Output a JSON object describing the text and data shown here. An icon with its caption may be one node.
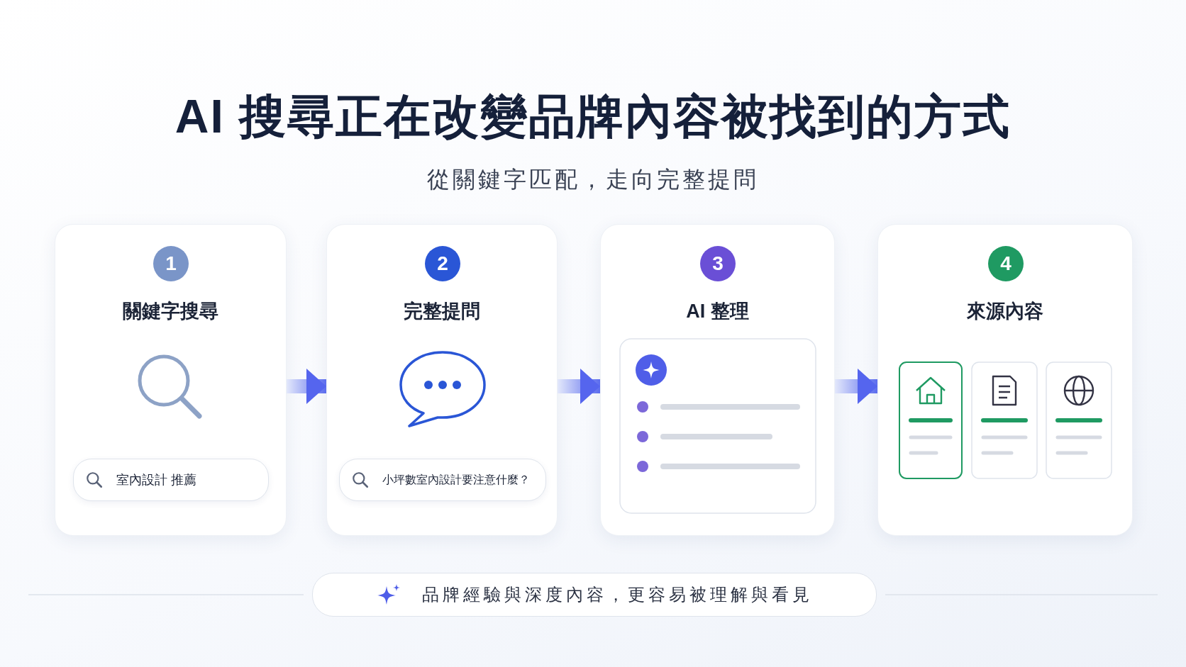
{
  "diagram": {
    "title": "AI 搜尋正在改變品牌內容被找到的方式",
    "nodes": [
      {
        "text": [
          "關鍵字搜尋"
        ]
      },
      {
        "text": [
          "1"
        ],
        "in": 0
      },
      {
        "text": [
          "室內設計 推薦"
        ],
        "in": 0
      },
      {
        "text": [
          "完整提問"
        ]
      },
      {
        "text": [
          "2"
        ],
        "in": 3
      },
      {
        "text": [
          "小坪數室內設計要注意什麼？"
        ],
        "in": 3
      },
      {
        "text": [
          "AI 整理"
        ]
      },
      {
        "text": [
          "3"
        ],
        "in": 6
      },
      {
        "text": [
          "來源內容"
        ]
      },
      {
        "text": [
          "4"
        ],
        "in": 8
      },
      {
        "text": [
          "品牌經驗與深度內容，更容易被理解與看見"
        ]
      }
    ],
    "edges": [
      {
        "from": 0,
        "to": 3,
        "arrow": "to"
      },
      {
        "from": 3,
        "to": 6,
        "arrow": "to"
      },
      {
        "from": 6,
        "to": 8,
        "arrow": "to"
      }
    ],
    "labels": [
      "從關鍵字匹配，走向完整提問"
    ]
  }
}
